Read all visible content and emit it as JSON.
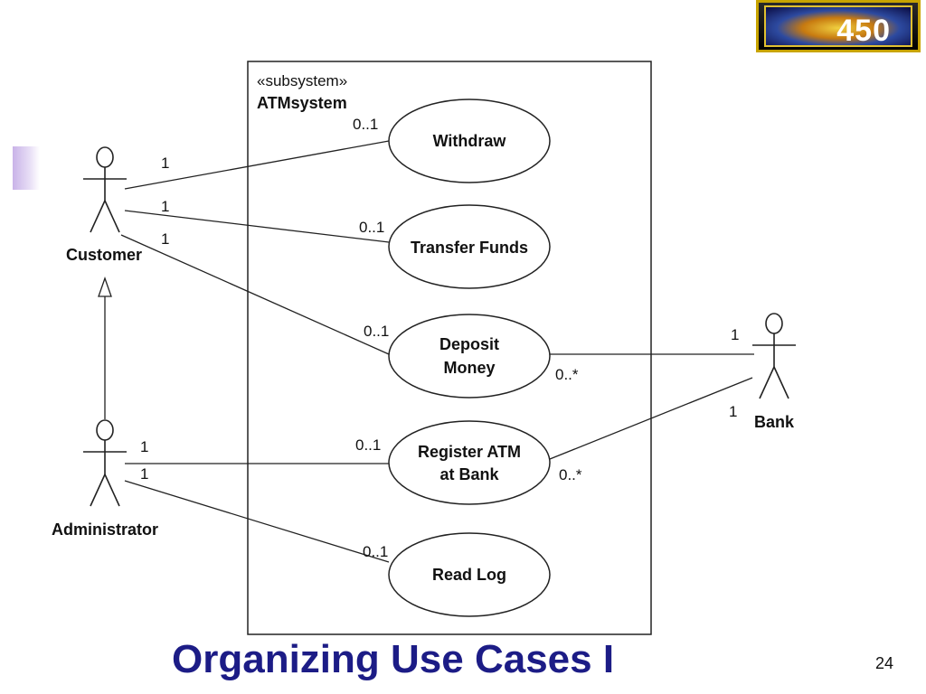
{
  "logo": {
    "text": "450"
  },
  "slide": {
    "title": "Organizing Use Cases I",
    "number": "24"
  },
  "subsystem": {
    "stereotype": "«subsystem»",
    "name": "ATMsystem"
  },
  "actors": {
    "customer": "Customer",
    "administrator": "Administrator",
    "bank": "Bank"
  },
  "use_cases": {
    "withdraw": [
      "Withdraw"
    ],
    "transfer": [
      "Transfer Funds"
    ],
    "deposit": [
      "Deposit",
      "Money"
    ],
    "register": [
      "Register ATM",
      "at Bank"
    ],
    "readlog": [
      "Read Log"
    ]
  },
  "multiplicities": {
    "customer_withdraw": "1",
    "customer_transfer": "1",
    "customer_deposit": "1",
    "withdraw_end": "0..1",
    "transfer_end": "0..1",
    "deposit_end": "0..1",
    "deposit_bank_uc": "0..*",
    "deposit_bank_actor": "1",
    "admin_register": "1",
    "admin_readlog": "1",
    "register_end": "0..1",
    "readlog_end": "0..1",
    "register_bank_uc": "0..*",
    "register_bank_actor": "1"
  }
}
